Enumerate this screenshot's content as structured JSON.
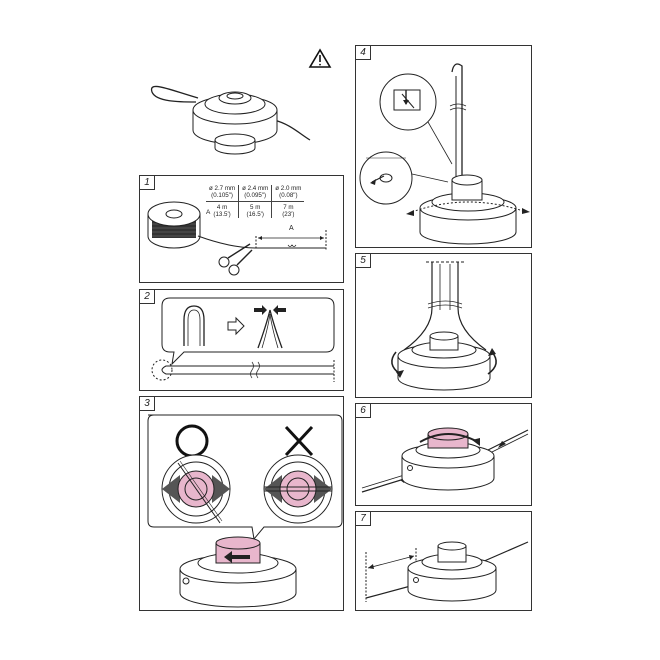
{
  "steps": {
    "one": "1",
    "two": "2",
    "three": "3",
    "four": "4",
    "five": "5",
    "six": "6",
    "seven": "7"
  },
  "spec_table": {
    "columns": [
      {
        "diameter": "ø 2.7 mm",
        "inch": "(0.105\")",
        "meters": "4 m",
        "feet": "(13.5')"
      },
      {
        "diameter": "ø 2.4 mm",
        "inch": "(0.095\")",
        "meters": "5 m",
        "feet": "(16.5')"
      },
      {
        "diameter": "ø 2.0 mm",
        "inch": "(0.08\")",
        "meters": "7 m",
        "feet": "(23')"
      }
    ],
    "row_label": "A"
  },
  "dimension_label": "A",
  "icons": {
    "warning": "warning-triangle-icon",
    "arrow": "hollow-arrow-icon",
    "correct": "circle-icon",
    "wrong": "cross-icon"
  },
  "colors": {
    "spool_pink": "#e8b6cc",
    "line": "#222222"
  }
}
